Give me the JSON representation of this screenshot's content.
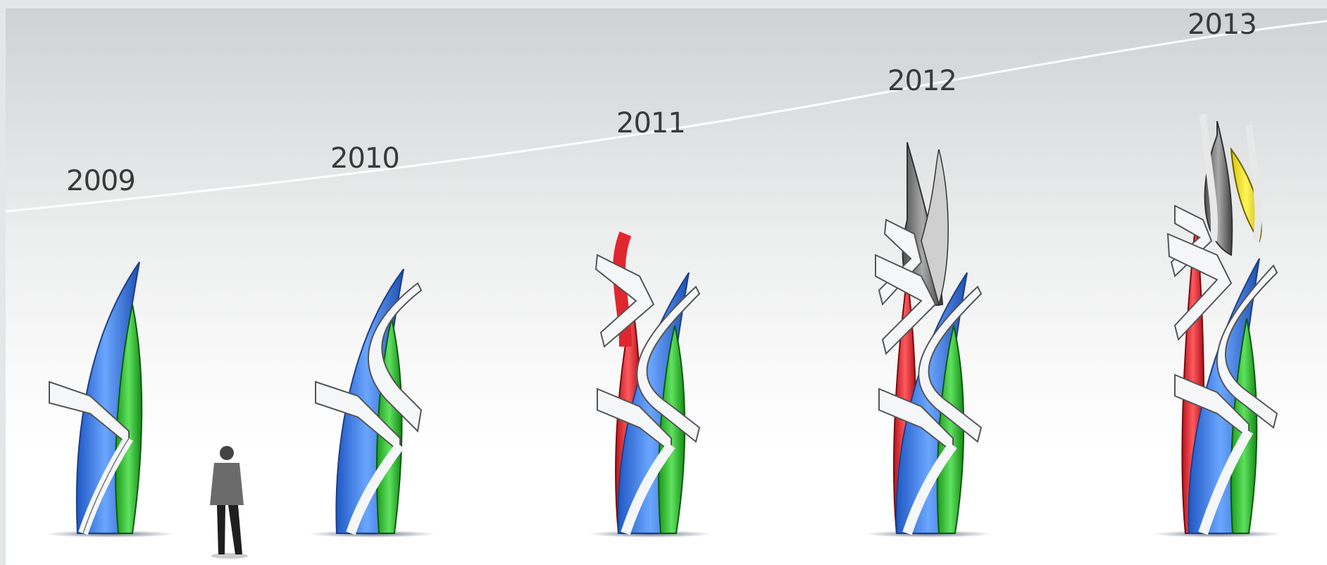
{
  "timeline": {
    "years": [
      {
        "label": "2009"
      },
      {
        "label": "2010"
      },
      {
        "label": "2011"
      },
      {
        "label": "2012"
      },
      {
        "label": "2013"
      }
    ]
  },
  "colors": {
    "blue": "#2f6fdc",
    "green": "#27c227",
    "red": "#e0262e",
    "yellow": "#f2e61a",
    "grey": "#6f6f6f",
    "ribbon": "#f4f6f8",
    "arc": "#ffffff"
  }
}
